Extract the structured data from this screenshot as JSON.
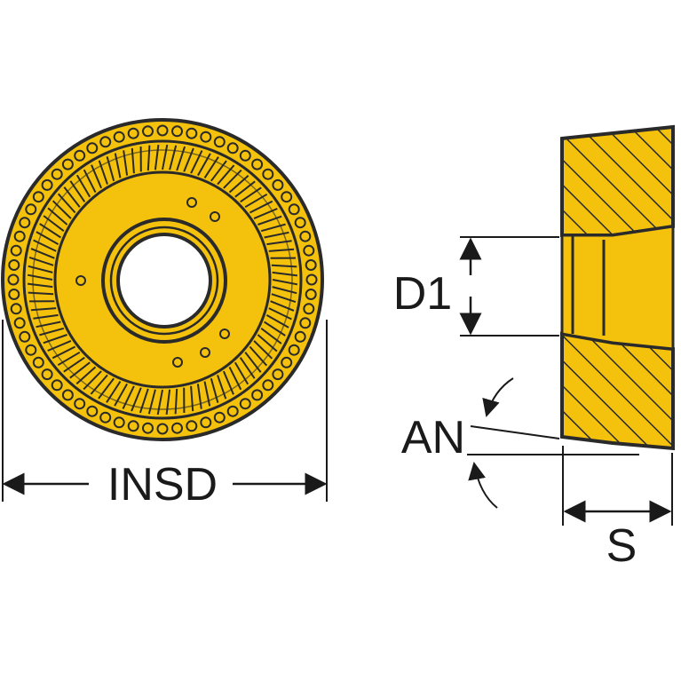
{
  "labels": {
    "insd": "INSD",
    "d1": "D1",
    "an": "AN",
    "s": "S"
  },
  "colors": {
    "insert_fill": "#f4c20d",
    "outline": "#2a2a2a",
    "background": "#ffffff"
  }
}
